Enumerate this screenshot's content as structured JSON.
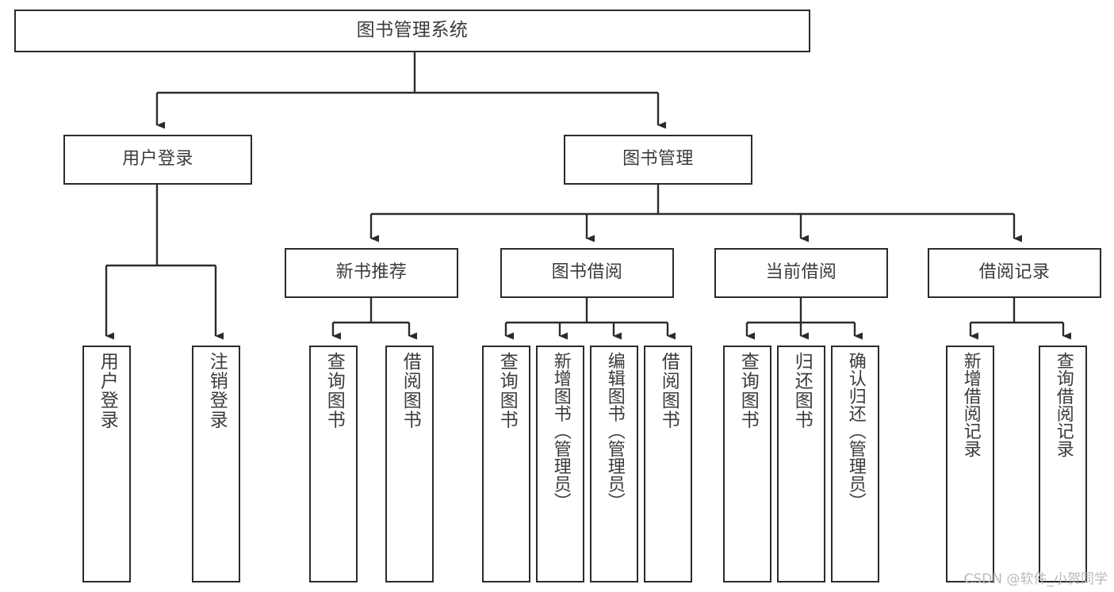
{
  "diagram": {
    "title": "图书管理系统",
    "watermark": "CSDN @软件_小贺同学",
    "colors": {
      "border": "#2b2b2b",
      "text": "#3b3b3b",
      "background": "#ffffff",
      "edge": "#2b2b2b",
      "watermark": "#b9b9b9"
    },
    "root": {
      "label": "图书管理系统"
    },
    "level2": [
      {
        "label": "用户登录"
      },
      {
        "label": "图书管理"
      }
    ],
    "level3": [
      {
        "label": "新书推荐"
      },
      {
        "label": "图书借阅"
      },
      {
        "label": "当前借阅"
      },
      {
        "label": "借阅记录"
      }
    ],
    "leaves": {
      "user_login": [
        {
          "label": "用户登录"
        },
        {
          "label": "注销登录"
        }
      ],
      "new_book_recommend": [
        {
          "label": "查询图书"
        },
        {
          "label": "借阅图书"
        }
      ],
      "book_borrow": [
        {
          "label": "查询图书"
        },
        {
          "label": "新增图书（管理员）"
        },
        {
          "label": "编辑图书（管理员）"
        },
        {
          "label": "借阅图书"
        }
      ],
      "current_borrow": [
        {
          "label": "查询图书"
        },
        {
          "label": "归还图书"
        },
        {
          "label": "确认归还（管理员）"
        }
      ],
      "borrow_record": [
        {
          "label": "新增借阅记录"
        },
        {
          "label": "查询借阅记录"
        }
      ]
    }
  }
}
